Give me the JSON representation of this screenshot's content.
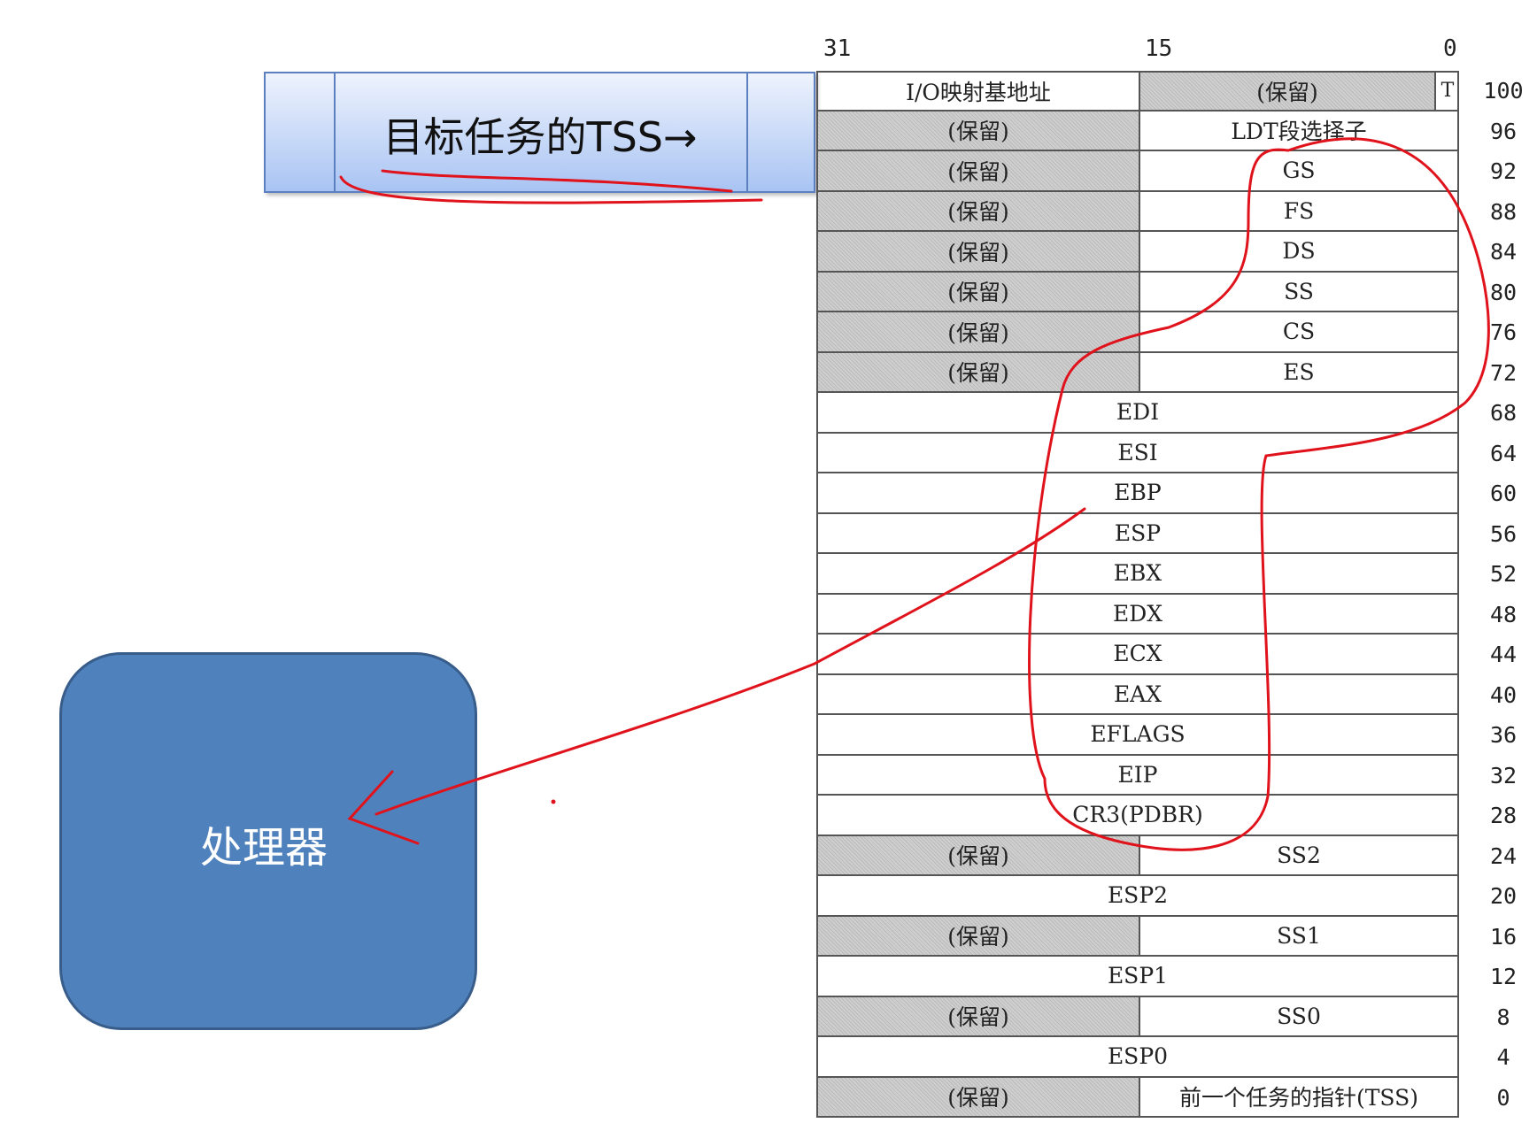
{
  "banner": {
    "label": "目标任务的TSS→"
  },
  "processor": {
    "label": "处理器"
  },
  "bits": {
    "b31": "31",
    "b15": "15",
    "b0": "0"
  },
  "tss_rows": [
    {
      "type": "split",
      "left": "I/O映射基地址",
      "right": "(保留)",
      "right_hatched": true,
      "t_bit": "T",
      "offset": "100"
    },
    {
      "type": "split",
      "left": "(保留)",
      "right": "LDT段选择子",
      "offset": "96"
    },
    {
      "type": "split",
      "left": "(保留)",
      "right": "GS",
      "offset": "92"
    },
    {
      "type": "split",
      "left": "(保留)",
      "right": "FS",
      "offset": "88"
    },
    {
      "type": "split",
      "left": "(保留)",
      "right": "DS",
      "offset": "84"
    },
    {
      "type": "split",
      "left": "(保留)",
      "right": "SS",
      "offset": "80"
    },
    {
      "type": "split",
      "left": "(保留)",
      "right": "CS",
      "offset": "76"
    },
    {
      "type": "split",
      "left": "(保留)",
      "right": "ES",
      "offset": "72"
    },
    {
      "type": "full",
      "label": "EDI",
      "offset": "68"
    },
    {
      "type": "full",
      "label": "ESI",
      "offset": "64"
    },
    {
      "type": "full",
      "label": "EBP",
      "offset": "60"
    },
    {
      "type": "full",
      "label": "ESP",
      "offset": "56"
    },
    {
      "type": "full",
      "label": "EBX",
      "offset": "52"
    },
    {
      "type": "full",
      "label": "EDX",
      "offset": "48"
    },
    {
      "type": "full",
      "label": "ECX",
      "offset": "44"
    },
    {
      "type": "full",
      "label": "EAX",
      "offset": "40"
    },
    {
      "type": "full",
      "label": "EFLAGS",
      "offset": "36"
    },
    {
      "type": "full",
      "label": "EIP",
      "offset": "32"
    },
    {
      "type": "full",
      "label": "CR3(PDBR)",
      "offset": "28"
    },
    {
      "type": "split",
      "left": "(保留)",
      "right": "SS2",
      "offset": "24"
    },
    {
      "type": "full",
      "label": "ESP2",
      "offset": "20"
    },
    {
      "type": "split",
      "left": "(保留)",
      "right": "SS1",
      "offset": "16"
    },
    {
      "type": "full",
      "label": "ESP1",
      "offset": "12"
    },
    {
      "type": "split",
      "left": "(保留)",
      "right": "SS0",
      "offset": "8"
    },
    {
      "type": "full",
      "label": "ESP0",
      "offset": "4"
    },
    {
      "type": "split",
      "left": "(保留)",
      "right": "前一个任务的指针(TSS)",
      "offset": "0"
    }
  ],
  "colors": {
    "banner_fill": "#a9c4f3",
    "processor_fill": "#4f81bd",
    "annotation_stroke": "#e0121b",
    "reserved_hatch": "#cfcfcf"
  }
}
